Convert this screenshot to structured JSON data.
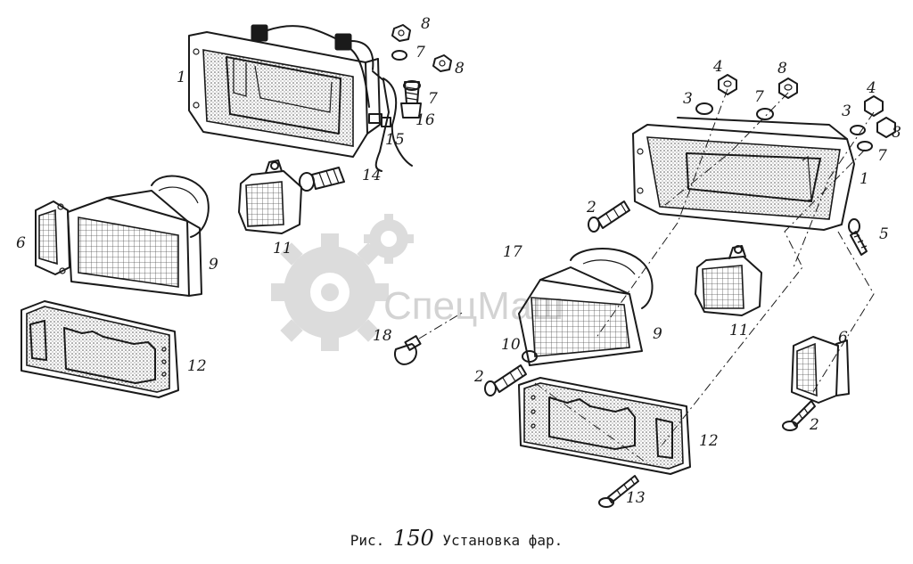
{
  "caption": {
    "prefix": "Рис.",
    "number": "150",
    "title": "Установка фар."
  },
  "watermark": {
    "text": "СпецМаш",
    "color": "#cfcfcf"
  },
  "labels": [
    {
      "id": "l1a",
      "text": "1"
    },
    {
      "id": "l8a",
      "text": "8"
    },
    {
      "id": "l7a",
      "text": "7"
    },
    {
      "id": "l8b",
      "text": "8"
    },
    {
      "id": "l7b",
      "text": "7"
    },
    {
      "id": "l16",
      "text": "16"
    },
    {
      "id": "l15",
      "text": "15"
    },
    {
      "id": "l14",
      "text": "14"
    },
    {
      "id": "l11a",
      "text": "11"
    },
    {
      "id": "l6a",
      "text": "6"
    },
    {
      "id": "l9a",
      "text": "9"
    },
    {
      "id": "l12a",
      "text": "12"
    },
    {
      "id": "l18",
      "text": "18"
    },
    {
      "id": "l17",
      "text": "17"
    },
    {
      "id": "l9b",
      "text": "9"
    },
    {
      "id": "l10",
      "text": "10"
    },
    {
      "id": "l2a",
      "text": "2"
    },
    {
      "id": "l4a",
      "text": "4"
    },
    {
      "id": "l8c",
      "text": "8"
    },
    {
      "id": "l3a",
      "text": "3"
    },
    {
      "id": "l7c",
      "text": "7"
    },
    {
      "id": "l2b",
      "text": "2"
    },
    {
      "id": "l4b",
      "text": "4"
    },
    {
      "id": "l3b",
      "text": "3"
    },
    {
      "id": "l8d",
      "text": "8"
    },
    {
      "id": "l7d",
      "text": "7"
    },
    {
      "id": "l1b",
      "text": "1"
    },
    {
      "id": "l5",
      "text": "5"
    },
    {
      "id": "l11b",
      "text": "11"
    },
    {
      "id": "l6b",
      "text": "6"
    },
    {
      "id": "l2c",
      "text": "2"
    },
    {
      "id": "l12b",
      "text": "12"
    },
    {
      "id": "l13",
      "text": "13"
    }
  ]
}
